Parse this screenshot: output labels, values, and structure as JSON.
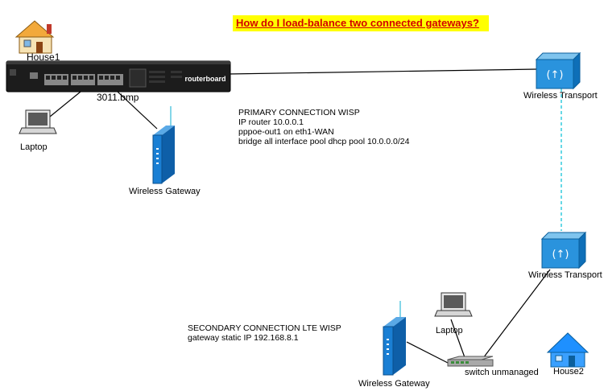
{
  "title": "How do I load-balance two connected gateways?",
  "nodes": {
    "house1": "House1",
    "router": "3011.bmp",
    "laptop1": "Laptop",
    "gateway1": "Wireless Gateway",
    "transport1": "Wireless Transport",
    "transport2": "Wireless Transport",
    "laptop2": "Laptop",
    "gateway2": "Wireless Gateway",
    "switch": "switch unmanaged",
    "house2": "House2"
  },
  "primary": {
    "heading": "PRIMARY CONNECTION WISP",
    "lines": [
      "IP router 10.0.0.1",
      "pppoe-out1 on eth1-WAN",
      "bridge  all interface  pool  dhcp pool 10.0.0.0/24"
    ]
  },
  "secondary": {
    "heading": "SECONDARY CONNECTION LTE WISP",
    "lines": [
      "gateway  static IP 192.168.8.1"
    ]
  },
  "router_brand": "routerboard",
  "colors": {
    "title_text": "#d40000",
    "title_bg": "#ffff00",
    "wireless_link": "#33ccdd",
    "device_blue": "#1a7fd4",
    "house": "#1e90ff"
  }
}
